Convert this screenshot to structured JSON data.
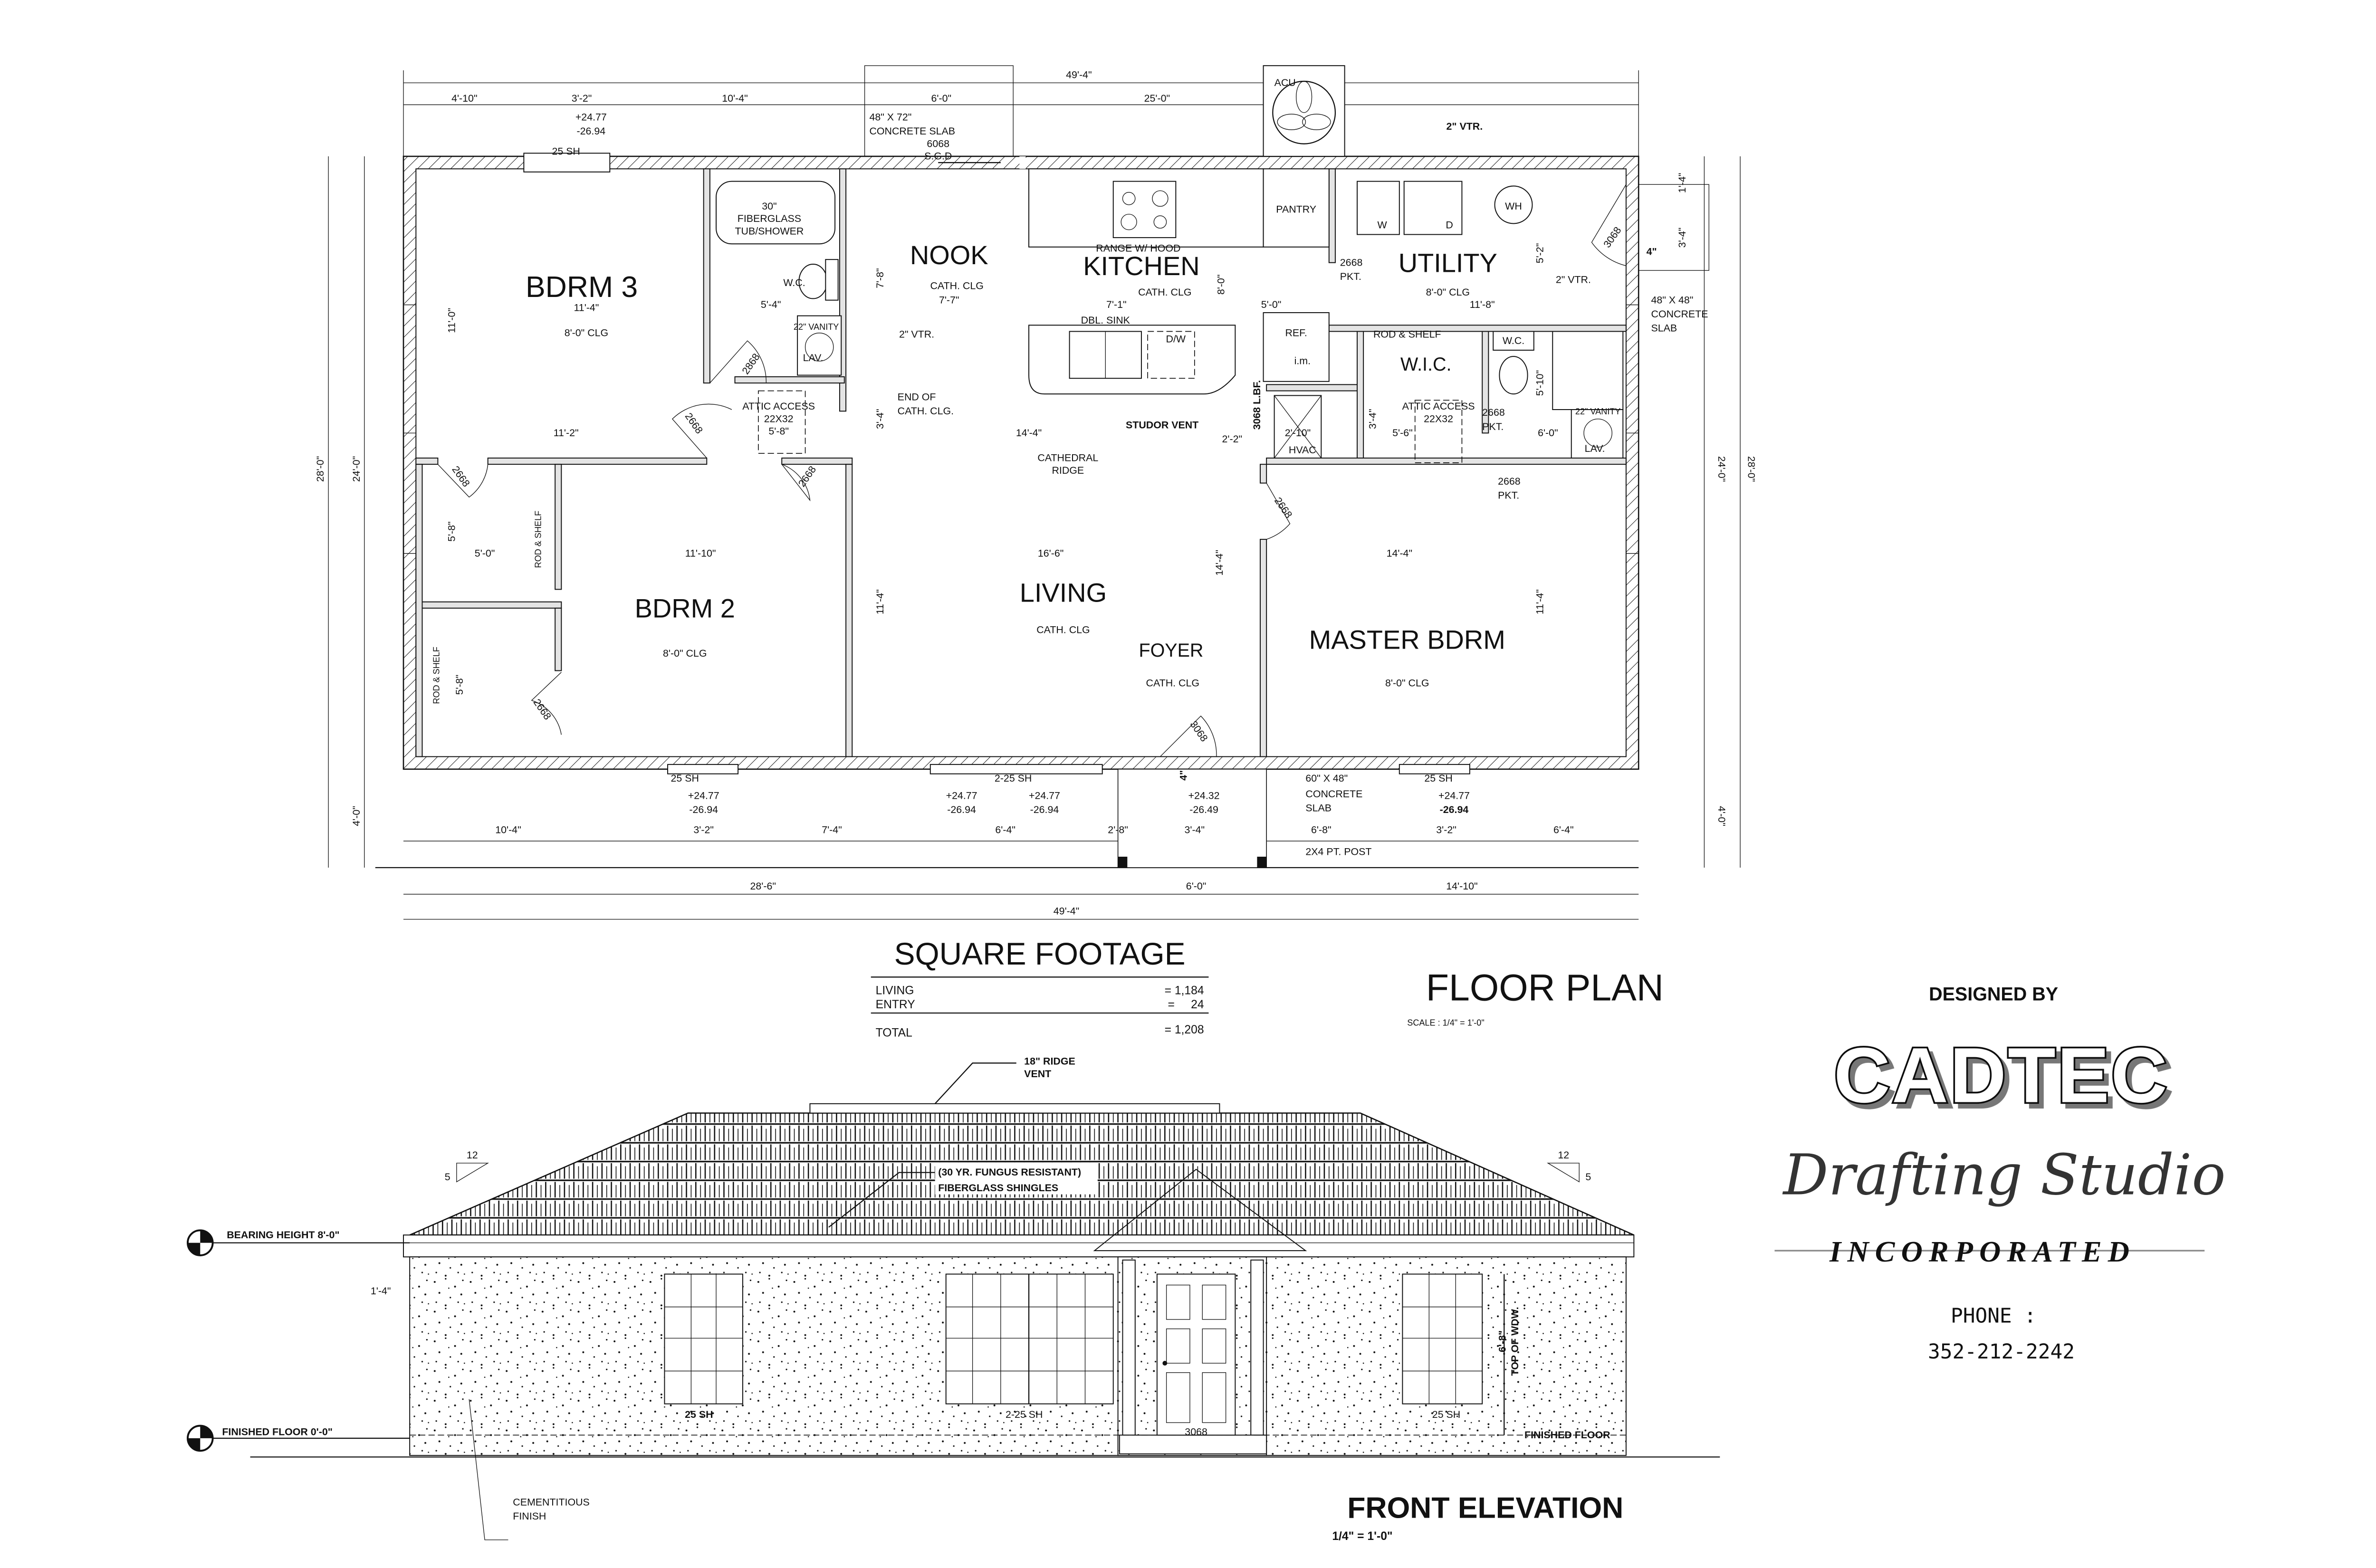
{
  "floor_plan": {
    "title": "FLOOR PLAN",
    "scale": "SCALE : 1/4\" = 1'-0\"",
    "rooms": [
      {
        "name": "BDRM 3",
        "size": "11'-4\"",
        "ceiling": "8'-0\" CLG"
      },
      {
        "name": "NOOK",
        "size": "7'-7\"",
        "ceiling": "CATH. CLG"
      },
      {
        "name": "KITCHEN",
        "size": "7'-1\"",
        "ceiling": "CATH. CLG"
      },
      {
        "name": "UTILITY",
        "size": "11'-8\"",
        "ceiling": "8'-0\" CLG"
      },
      {
        "name": "BDRM 2",
        "size": "11'-10\"",
        "ceiling": "8'-0\" CLG"
      },
      {
        "name": "LIVING",
        "size": "16'-6\"",
        "ceiling": "CATH. CLG"
      },
      {
        "name": "FOYER",
        "ceiling": "CATH. CLG"
      },
      {
        "name": "MASTER BDRM",
        "size": "14'-4\"",
        "ceiling": "8'-0\" CLG"
      },
      {
        "name": "W.I.C."
      }
    ],
    "labels": [
      "25 SH",
      "+24.77",
      "-26.94",
      "48\" X 72\"",
      "CONCRETE SLAB",
      "6068",
      "S.G.D",
      "ACU",
      "2\" VTR.",
      "30\"",
      "FIBERGLASS",
      "TUB/SHOWER",
      "W.C.",
      "5'-4\"",
      "22\" VANITY",
      "LAV.",
      "2\" VTR.",
      "2868",
      "ATTIC ACCESS",
      "22X32",
      "5'-8\"",
      "END OF",
      "CATH. CLG.",
      "7'-8\"",
      "3'-4\"",
      "11'-0\"",
      "11'-2\"",
      "14'-4\"",
      "CATHEDRAL",
      "RIDGE",
      "RANGE W/ HOOD",
      "DBL. SINK",
      "D/W",
      "REF.",
      "i.m.",
      "STUDOR VENT",
      "8'-0\"",
      "5'-0\"",
      "PANTRY",
      "W",
      "D",
      "WH",
      "2668",
      "PKT.",
      "2\" VTR.",
      "3068",
      "4\"",
      "48\" X 48\"",
      "CONCRETE",
      "SLAB",
      "1'-4\"",
      "3'-4\"",
      "5'-2\"",
      "ROD & SHELF",
      "ATTIC ACCESS",
      "22X32",
      "5'-6\"",
      "2668",
      "PKT.",
      "W.C.",
      "5'-10\"",
      "22\" VANITY",
      "LAV.",
      "6'-0\"",
      "2'-10\"",
      "HVAC",
      "2'-2\"",
      "3068 L.BF.",
      "3'-4\"",
      "2668",
      "PKT.",
      "2668",
      "5'-8\"",
      "5'-0\"",
      "ROD & SHELF",
      "ROD & SHELF",
      "5'-8\"",
      "2668",
      "2668",
      "2668",
      "11'-4\"",
      "14'-4\"",
      "3068",
      "2668",
      "11'-4\""
    ],
    "dims_top": [
      "49'-4\"",
      "4'-10\"",
      "3'-2\"",
      "10'-4\"",
      "6'-0\"",
      "25'-0\""
    ],
    "dims_side": [
      "28'-0\"",
      "24'-0\"",
      "4'-0\"",
      "24'-0\"",
      "28'-0\"",
      "4'-0\""
    ],
    "bottom_notes": [
      "25 SH",
      "+24.77",
      "-26.94",
      "2-25 SH",
      "+24.77",
      "-26.94",
      "+24.77",
      "-26.94",
      "+24.32",
      "-26.49",
      "4\"",
      "60\" X 48\"",
      "CONCRETE",
      "SLAB",
      "25 SH",
      "+24.77",
      "-26.94",
      "2X4 PT. POST"
    ],
    "dims_bottom": [
      "10'-4\"",
      "3'-2\"",
      "7'-4\"",
      "6'-4\"",
      "2'-8\"",
      "3'-4\"",
      "6'-8\"",
      "3'-2\"",
      "6'-4\"",
      "28'-6\"",
      "6'-0\"",
      "14'-10\"",
      "49'-4\""
    ]
  },
  "square_footage": {
    "title": "SQUARE FOOTAGE",
    "rows": [
      {
        "label": "LIVING",
        "value": "= 1,184"
      },
      {
        "label": "ENTRY",
        "value": "=     24"
      }
    ],
    "total": {
      "label": "TOTAL",
      "value": "= 1,208"
    }
  },
  "elevation": {
    "title": "FRONT ELEVATION",
    "scale": "1/4\" = 1'-0\"",
    "ridge_vent": [
      "18\" RIDGE",
      "VENT"
    ],
    "shingles": [
      "(30 YR. FUNGUS RESISTANT)",
      "FIBERGLASS SHINGLES"
    ],
    "pitch_run": "12",
    "pitch_rise": "5",
    "bearing_height": "BEARING HEIGHT 8'-0\"",
    "finished_floor": "FINISHED FLOOR 0'-0\"",
    "overhang": "1'-4\"",
    "finish": [
      "CEMENTITIOUS",
      "FINISH"
    ],
    "windows": [
      "25 SH",
      "2-25 SH",
      "25 SH"
    ],
    "door": "3068",
    "window_height": [
      "6'-8\"",
      "TOP OF WDW."
    ],
    "finished_floor_short": "FINISHED FLOOR"
  },
  "title_block": {
    "designed_by": "DESIGNED BY",
    "company": "CADTEC",
    "subtitle": "Drafting Studio",
    "incorporated": "INCORPORATED",
    "phone_label": "PHONE :",
    "phone": "352-212-2242"
  }
}
